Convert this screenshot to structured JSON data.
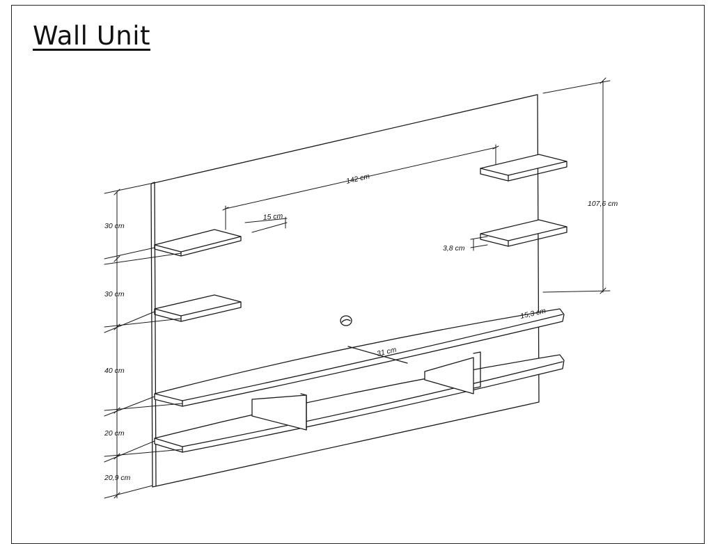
{
  "title": "Wall Unit",
  "labels": {
    "width": "142 cm",
    "height": "107,6 cm",
    "hole_offset": "15 cm",
    "shelf_thickness": "3,8 cm",
    "top_depth": "31 cm",
    "side_depth": "15,3 cm",
    "gap_1": "30 cm",
    "gap_2": "30 cm",
    "gap_3": "40 cm",
    "gap_4": "20 cm",
    "gap_5": "20,9 cm"
  },
  "colors": {
    "line": "#1a1a1a",
    "background": "#ffffff"
  }
}
